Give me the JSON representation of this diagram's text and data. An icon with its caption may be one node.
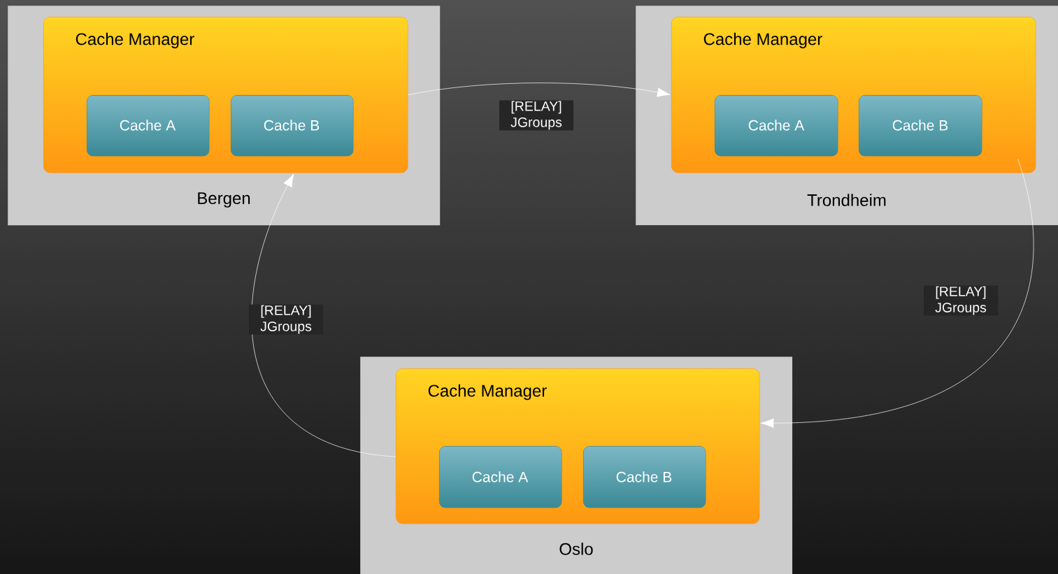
{
  "diagram": {
    "nodes": [
      {
        "text": [
          "Bergen"
        ]
      },
      {
        "text": [
          "Cache Manager"
        ],
        "in": 0
      },
      {
        "text": [
          "Cache A"
        ],
        "in": 1
      },
      {
        "text": [
          "Cache B"
        ],
        "in": 1
      },
      {
        "text": [
          "Trondheim"
        ]
      },
      {
        "text": [
          "Cache Manager"
        ],
        "in": 4
      },
      {
        "text": [
          "Cache A"
        ],
        "in": 5
      },
      {
        "text": [
          "Cache B"
        ],
        "in": 5
      },
      {
        "text": [
          "Oslo"
        ]
      },
      {
        "text": [
          "Cache Manager"
        ],
        "in": 8
      },
      {
        "text": [
          "Cache A"
        ],
        "in": 9
      },
      {
        "text": [
          "Cache B"
        ],
        "in": 9
      }
    ],
    "edges": [
      {
        "from": 1,
        "to": 5,
        "arrow": "to",
        "label": "[RELAY] JGroups"
      },
      {
        "from": 5,
        "to": 9,
        "arrow": "to",
        "label": "[RELAY] JGroups"
      },
      {
        "from": 9,
        "to": 1,
        "arrow": "to",
        "label": "[RELAY] JGroups"
      }
    ]
  }
}
